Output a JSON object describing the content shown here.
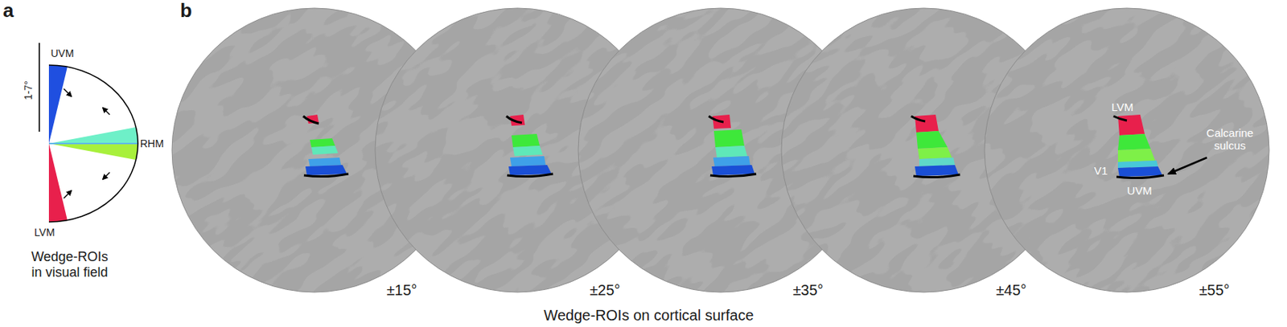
{
  "diagram": {
    "labels": [
      "a",
      "UVM",
      "1-7°",
      "RHM",
      "LVM",
      "Wedge-ROIs in visual field",
      "b",
      "LVM",
      "V1",
      "Calcarine sulcus",
      "UVM",
      "±15°",
      "±25°",
      "±35°",
      "±45°",
      "±55°",
      "Wedge-ROIs on cortical surface"
    ]
  }
}
